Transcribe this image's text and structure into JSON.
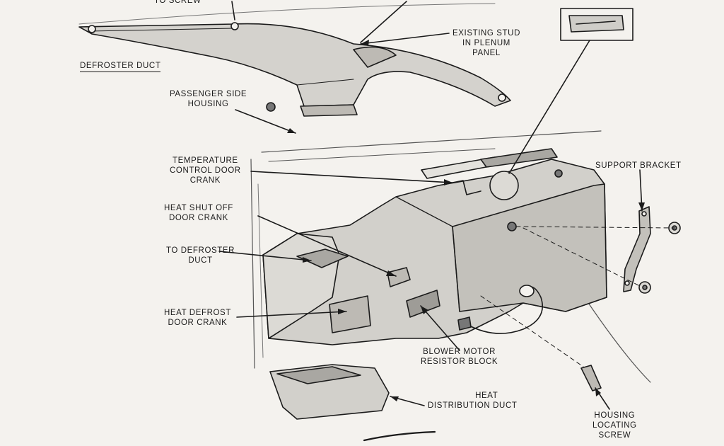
{
  "colors": {
    "paper": "#f4f2ee",
    "ink": "#1b1b1b",
    "shade": "#cfcdc8",
    "midshade": "#a9a7a2"
  },
  "labels": {
    "top_cut": "TO SCREW",
    "defroster_duct": "DEFROSTER DUCT",
    "existing_stud": [
      "EXISTING STUD",
      "IN PLENUM",
      "PANEL"
    ],
    "passenger_side_housing": [
      "PASSENGER SIDE",
      "HOUSING"
    ],
    "temperature_control_door_crank": [
      "TEMPERATURE",
      "CONTROL DOOR",
      "CRANK"
    ],
    "heat_shut_off_door_crank": [
      "HEAT SHUT OFF",
      "DOOR CRANK"
    ],
    "to_defroster_duct": [
      "TO DEFROSTER",
      "DUCT"
    ],
    "heat_defrost_door_crank": [
      "HEAT DEFROST",
      "DOOR CRANK"
    ],
    "support_bracket": "SUPPORT BRACKET",
    "blower_motor_resistor_block": [
      "BLOWER MOTOR",
      "RESISTOR BLOCK"
    ],
    "heat_distribution_duct": [
      "HEAT",
      "DISTRIBUTION DUCT"
    ],
    "housing_locating_screw": [
      "HOUSING",
      "LOCATING",
      "SCREW"
    ]
  }
}
